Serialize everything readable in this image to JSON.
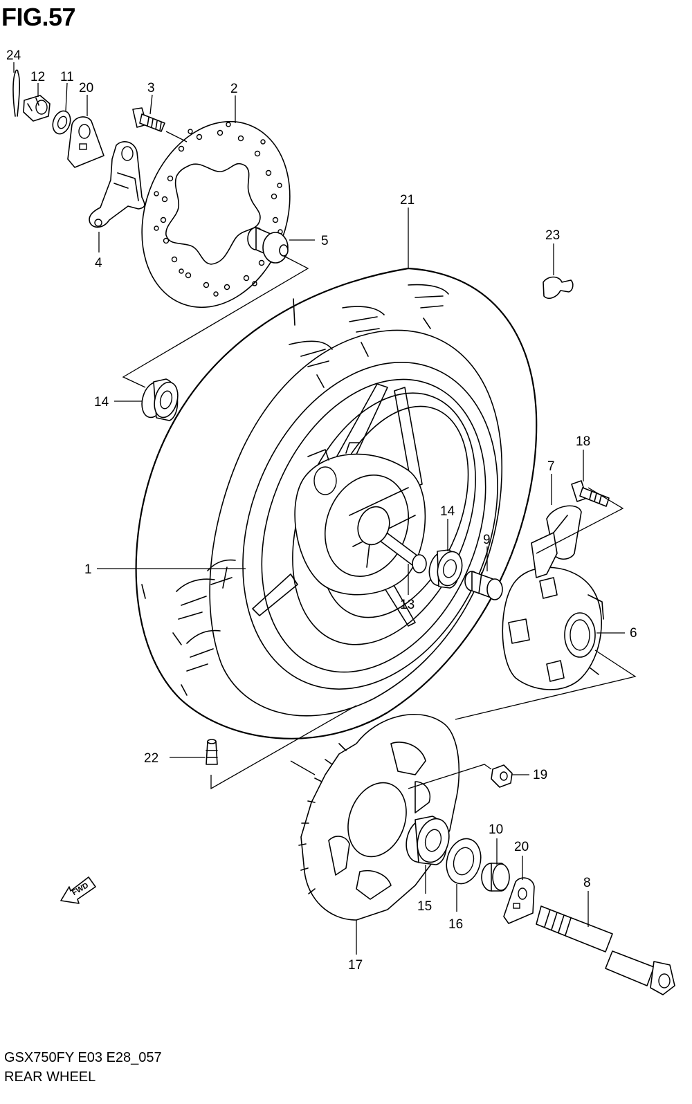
{
  "header": {
    "fig_label": "FIG.57"
  },
  "footer": {
    "model_code": "GSX750FY E03 E28_057",
    "diagram_name": "REAR WHEEL"
  },
  "fwd_indicator": {
    "label": "FWD",
    "icon": "fwd-arrow-icon"
  },
  "callouts": {
    "c1": "1",
    "c2": "2",
    "c3": "3",
    "c4": "4",
    "c5": "5",
    "c6": "6",
    "c7": "7",
    "c8": "8",
    "c9": "9",
    "c10": "10",
    "c11": "11",
    "c12": "12",
    "c13": "13",
    "c14a": "14",
    "c14b": "14",
    "c15": "15",
    "c16": "16",
    "c17": "17",
    "c18": "18",
    "c19": "19",
    "c20a": "20",
    "c20b": "20",
    "c21": "21",
    "c22": "22",
    "c23": "23",
    "c24": "24"
  }
}
